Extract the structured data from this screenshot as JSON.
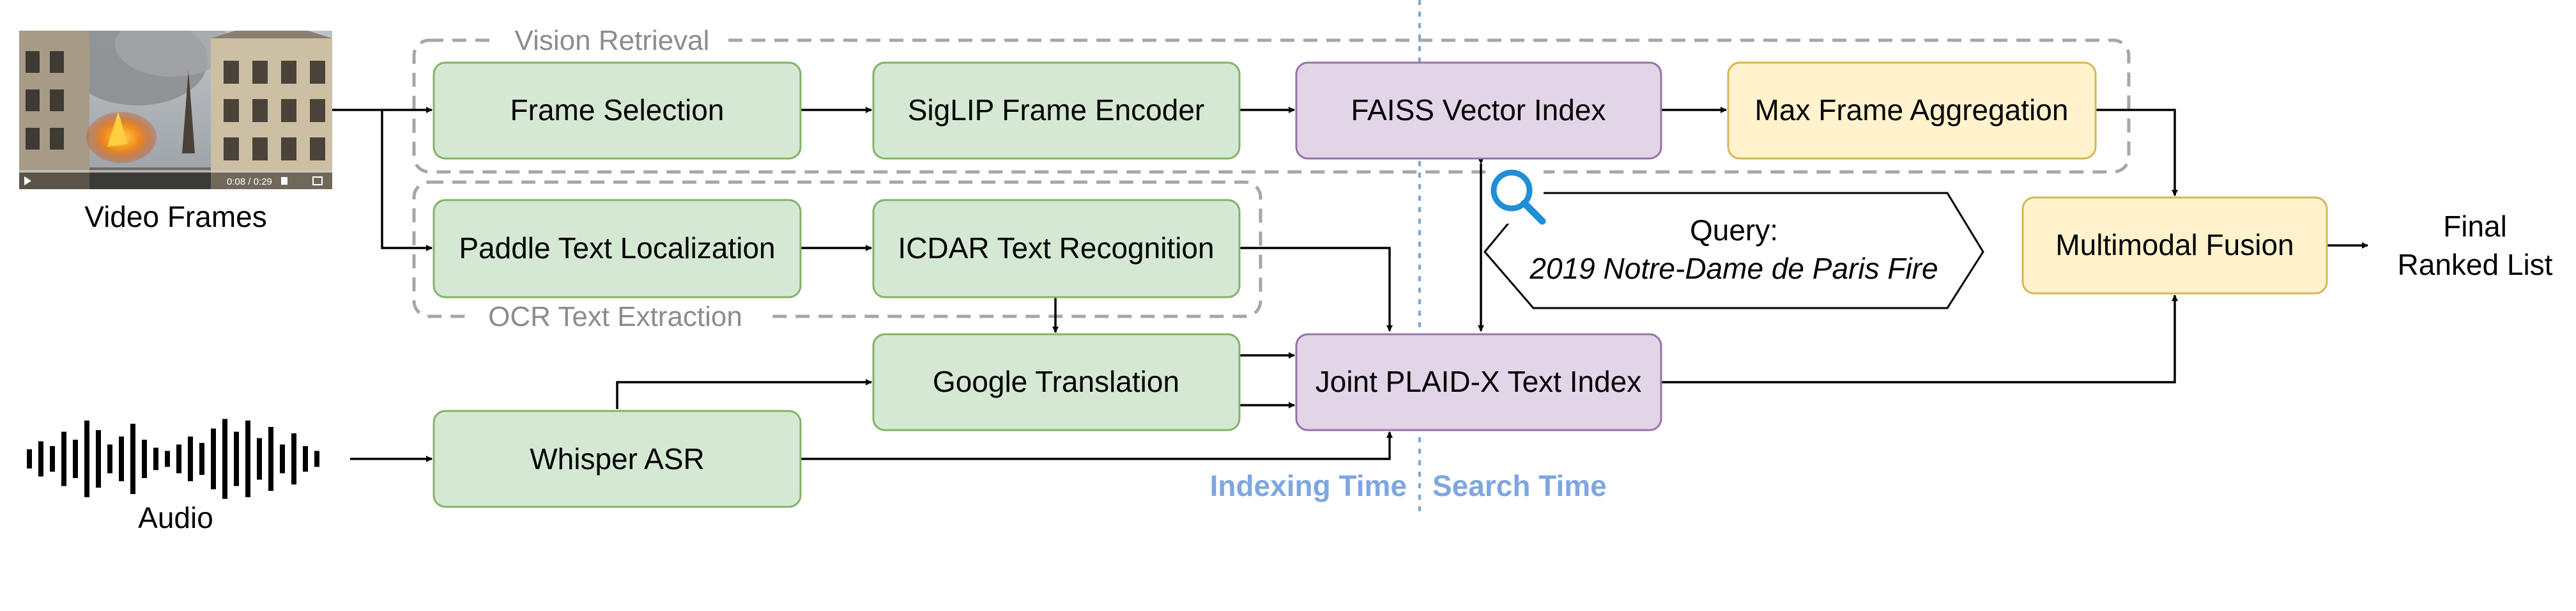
{
  "colors": {
    "green_fill": "#d5e8d4",
    "green_stroke": "#82b366",
    "purple_fill": "#e1d5e7",
    "purple_stroke": "#9673a6",
    "yellow_fill": "#fff2cc",
    "yellow_stroke": "#d6b656",
    "group_stroke": "#a6a6a6",
    "group_label": "#8c8c8c",
    "divider": "#7ea6cf",
    "time_label": "#7ea6e0",
    "search_icon": "#1f8fd6",
    "arrow": "#000000"
  },
  "groups": {
    "vision": "Vision Retrieval",
    "ocr": "OCR Text Extraction"
  },
  "inputs": {
    "video": {
      "label": "Video Frames",
      "icon": "video-thumbnail",
      "player_time": "0:08 / 0:29"
    },
    "audio": {
      "label": "Audio",
      "icon": "audio-waveform-icon"
    }
  },
  "nodes": {
    "frame_selection": "Frame Selection",
    "siglip": "SigLIP Frame Encoder",
    "faiss": "FAISS Vector Index",
    "max_agg": "Max Frame Aggregation",
    "paddle": "Paddle Text Localization",
    "icdar": "ICDAR Text Recognition",
    "google": "Google Translation",
    "plaid": "Joint PLAID-X Text Index",
    "whisper": "Whisper ASR",
    "fusion": "Multimodal Fusion"
  },
  "query": {
    "title": "Query:",
    "text": "2019 Notre-Dame de Paris Fire",
    "icon": "search-icon"
  },
  "output": {
    "line1": "Final",
    "line2": "Ranked List"
  },
  "time_labels": {
    "indexing": "Indexing Time",
    "search": "Search Time"
  }
}
